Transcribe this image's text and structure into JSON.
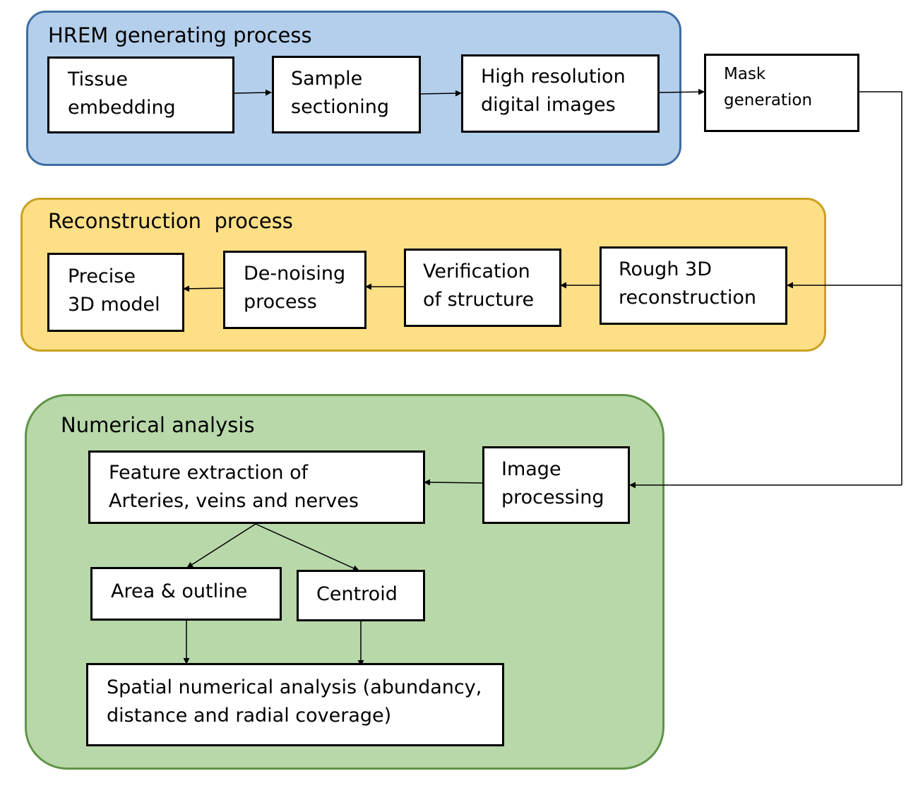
{
  "colors": {
    "hrem_fill": "#b4cfec",
    "hrem_border": "#3e6da3",
    "recon_fill": "#fedf86",
    "recon_border": "#c9a120",
    "numerical_fill": "#b8d8a9",
    "numerical_border": "#5f9447"
  },
  "groups": {
    "hrem": {
      "title": "HREM generating process"
    },
    "reconstruction": {
      "title": "Reconstruction  process"
    },
    "numerical": {
      "title": "Numerical analysis"
    }
  },
  "boxes": {
    "tissue_embedding": {
      "line1": "Tissue",
      "line2": "embedding"
    },
    "sample_sectioning": {
      "line1": "Sample",
      "line2": "sectioning"
    },
    "high_resolution": {
      "line1": "High resolution",
      "line2": "digital images"
    },
    "mask_generation": {
      "line1": "Mask",
      "line2": "generation"
    },
    "rough_3d": {
      "line1": "Rough 3D",
      "line2": "reconstruction"
    },
    "verification": {
      "line1": "Verification",
      "line2": "of structure"
    },
    "denoising": {
      "line1": "De-noising",
      "line2": "process"
    },
    "precise_model": {
      "line1": "Precise",
      "line2": "3D model"
    },
    "image_processing": {
      "line1": "Image",
      "line2": "processing"
    },
    "feature_extraction": {
      "line1": "Feature extraction of",
      "line2": "Arteries, veins and nerves"
    },
    "area_outline": {
      "line1": "Area & outline"
    },
    "centroid": {
      "line1": "Centroid"
    },
    "spatial_analysis": {
      "line1": "Spatial numerical analysis (abundancy,",
      "line2": "distance and radial coverage)"
    }
  }
}
